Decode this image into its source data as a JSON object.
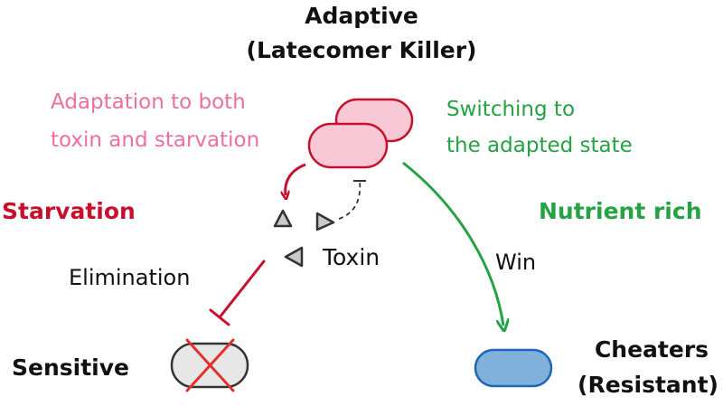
{
  "colors": {
    "red": "#c8102e",
    "green": "#25a244",
    "pink": "#ec6f9e",
    "black": "#111111",
    "cell_pink_fill": "#f9c8d6",
    "cell_blue_fill": "#7fb1dc",
    "cell_blue_stroke": "#2066b4",
    "cell_gray_fill": "#e7e7e7",
    "toxin_fill": "#c9c9c9"
  },
  "labels": {
    "adaptive_title": "Adaptive",
    "adaptive_subtitle": "(Latecomer Killer)",
    "adaptation_line1": "Adaptation to both",
    "adaptation_line2": "toxin and starvation",
    "switching_line1": "Switching to",
    "switching_line2": "the adapted state",
    "starvation": "Starvation",
    "nutrient_rich": "Nutrient rich",
    "toxin": "Toxin",
    "elimination": "Elimination",
    "win": "Win",
    "sensitive": "Sensitive",
    "cheaters": "Cheaters",
    "resistant": "(Resistant)"
  },
  "icons": {
    "adaptive_cells": "two-pink-rounded-cells-icon",
    "toxin_particles": "triangle-toxin-icons",
    "sensitive_cell": "crossed-out-gray-cell-icon",
    "cheater_cell": "blue-rounded-cell-icon"
  }
}
